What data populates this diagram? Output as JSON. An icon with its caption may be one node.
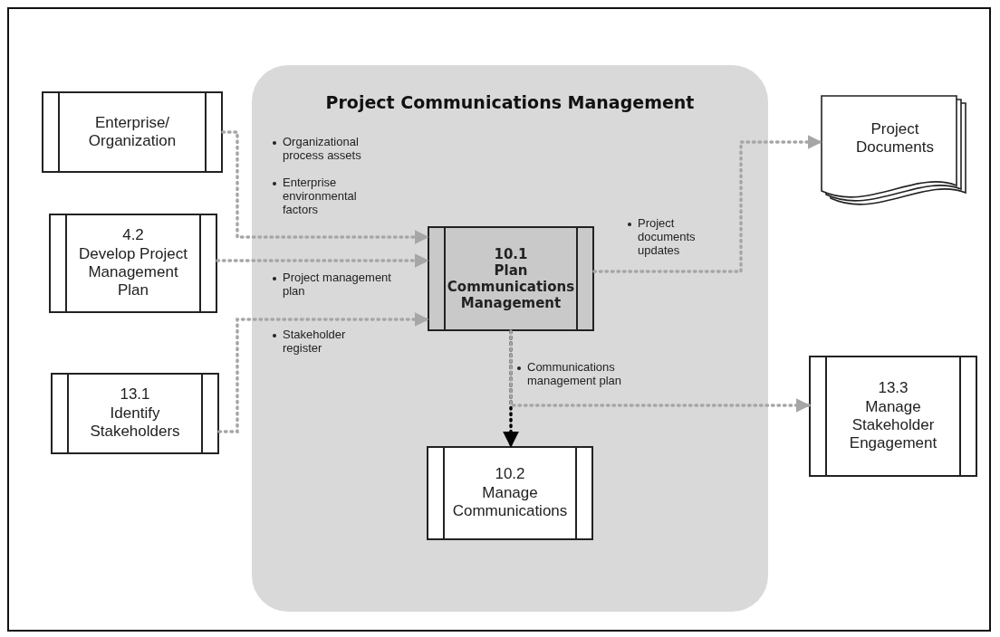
{
  "diagram": {
    "nodes": [
      {
        "text": [
          "Project Communications Management"
        ]
      },
      {
        "text": [
          "Enterprise/ Organization"
        ]
      },
      {
        "text": [
          "4.2",
          "Develop Project Management Plan"
        ]
      },
      {
        "text": [
          "13.1",
          "Identify Stakeholders"
        ]
      },
      {
        "text": [
          "10.1",
          "Plan Communications Management"
        ],
        "in": 0
      },
      {
        "text": [
          "10.2",
          "Manage Communications"
        ],
        "in": 0
      },
      {
        "text": [
          "Project Documents"
        ]
      },
      {
        "text": [
          "13.3",
          "Manage Stakeholder Engagement"
        ]
      }
    ],
    "edges": [
      {
        "from": 1,
        "to": 4,
        "arrow": "to",
        "label": "Organizational process assets"
      },
      {
        "from": 2,
        "to": 4,
        "arrow": "to",
        "label": "Project management plan"
      },
      {
        "from": 3,
        "to": 4,
        "arrow": "to",
        "label": "Stakeholder register"
      },
      {
        "from": 4,
        "to": 6,
        "arrow": "to",
        "label": "Project documents updates"
      },
      {
        "from": 4,
        "to": 5,
        "arrow": "to",
        "label": "Communications management plan",
        "color": "#000000"
      },
      {
        "from": 4,
        "to": 7,
        "arrow": "to"
      }
    ],
    "labels": [
      "Enterprise environmental factors"
    ]
  }
}
